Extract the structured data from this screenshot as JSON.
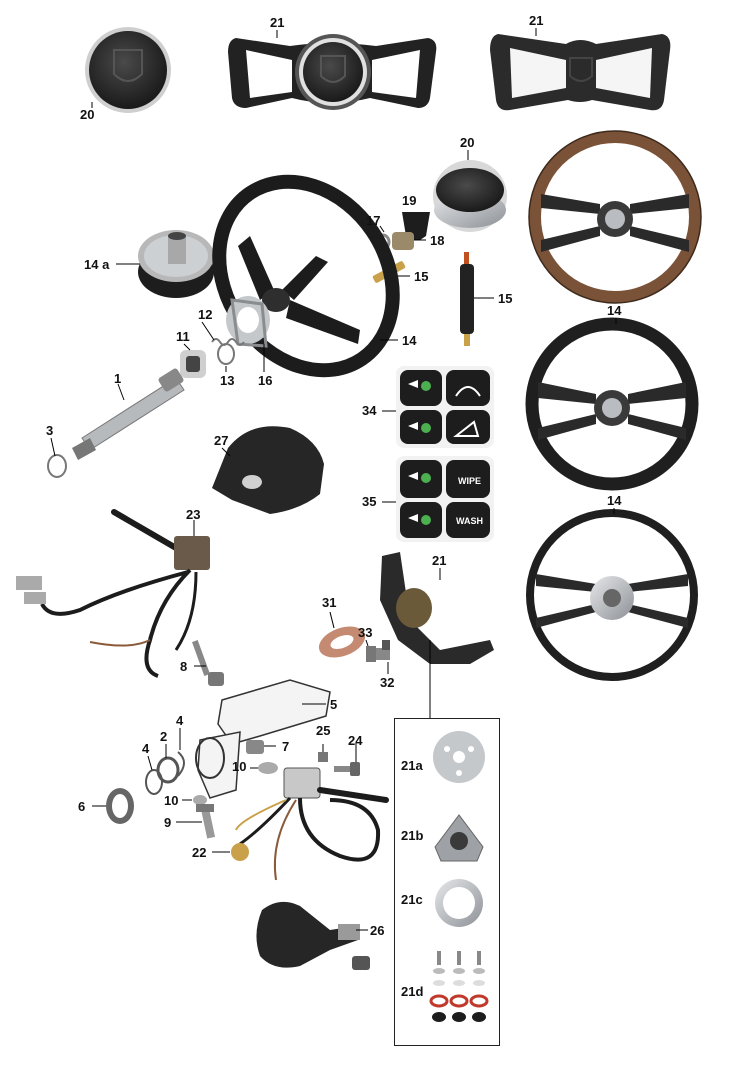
{
  "callouts": {
    "n1": "1",
    "n2": "2",
    "n3": "3",
    "n4a": "4",
    "n4b": "4",
    "n5": "5",
    "n6": "6",
    "n7": "7",
    "n8": "8",
    "n9": "9",
    "n10a": "10",
    "n10b": "10",
    "n11": "11",
    "n12": "12",
    "n13": "13",
    "n14a": "14 a",
    "n14": "14",
    "n14r1": "14",
    "n14r2": "14",
    "n15a": "15",
    "n15b": "15",
    "n16": "16",
    "n17": "17",
    "n18": "18",
    "n19": "19",
    "n20a": "20",
    "n20b": "20",
    "n21a": "21",
    "n21b": "21",
    "n21c": "21",
    "n22": "22",
    "n23": "23",
    "n24": "24",
    "n25": "25",
    "n26": "26",
    "n27": "27",
    "n31": "31",
    "n32": "32",
    "n33": "33",
    "n34": "34",
    "n35": "35"
  },
  "inset": {
    "a": "21a",
    "b": "21b",
    "c": "21c",
    "d": "21d"
  },
  "buttons": {
    "wipe": "WIPE",
    "wash": "WASH"
  },
  "colors": {
    "rim_wood": "#7a5238",
    "rim_black": "#1f1f1f",
    "metal": "#b9bcc0",
    "button_green": "#4caf50"
  }
}
